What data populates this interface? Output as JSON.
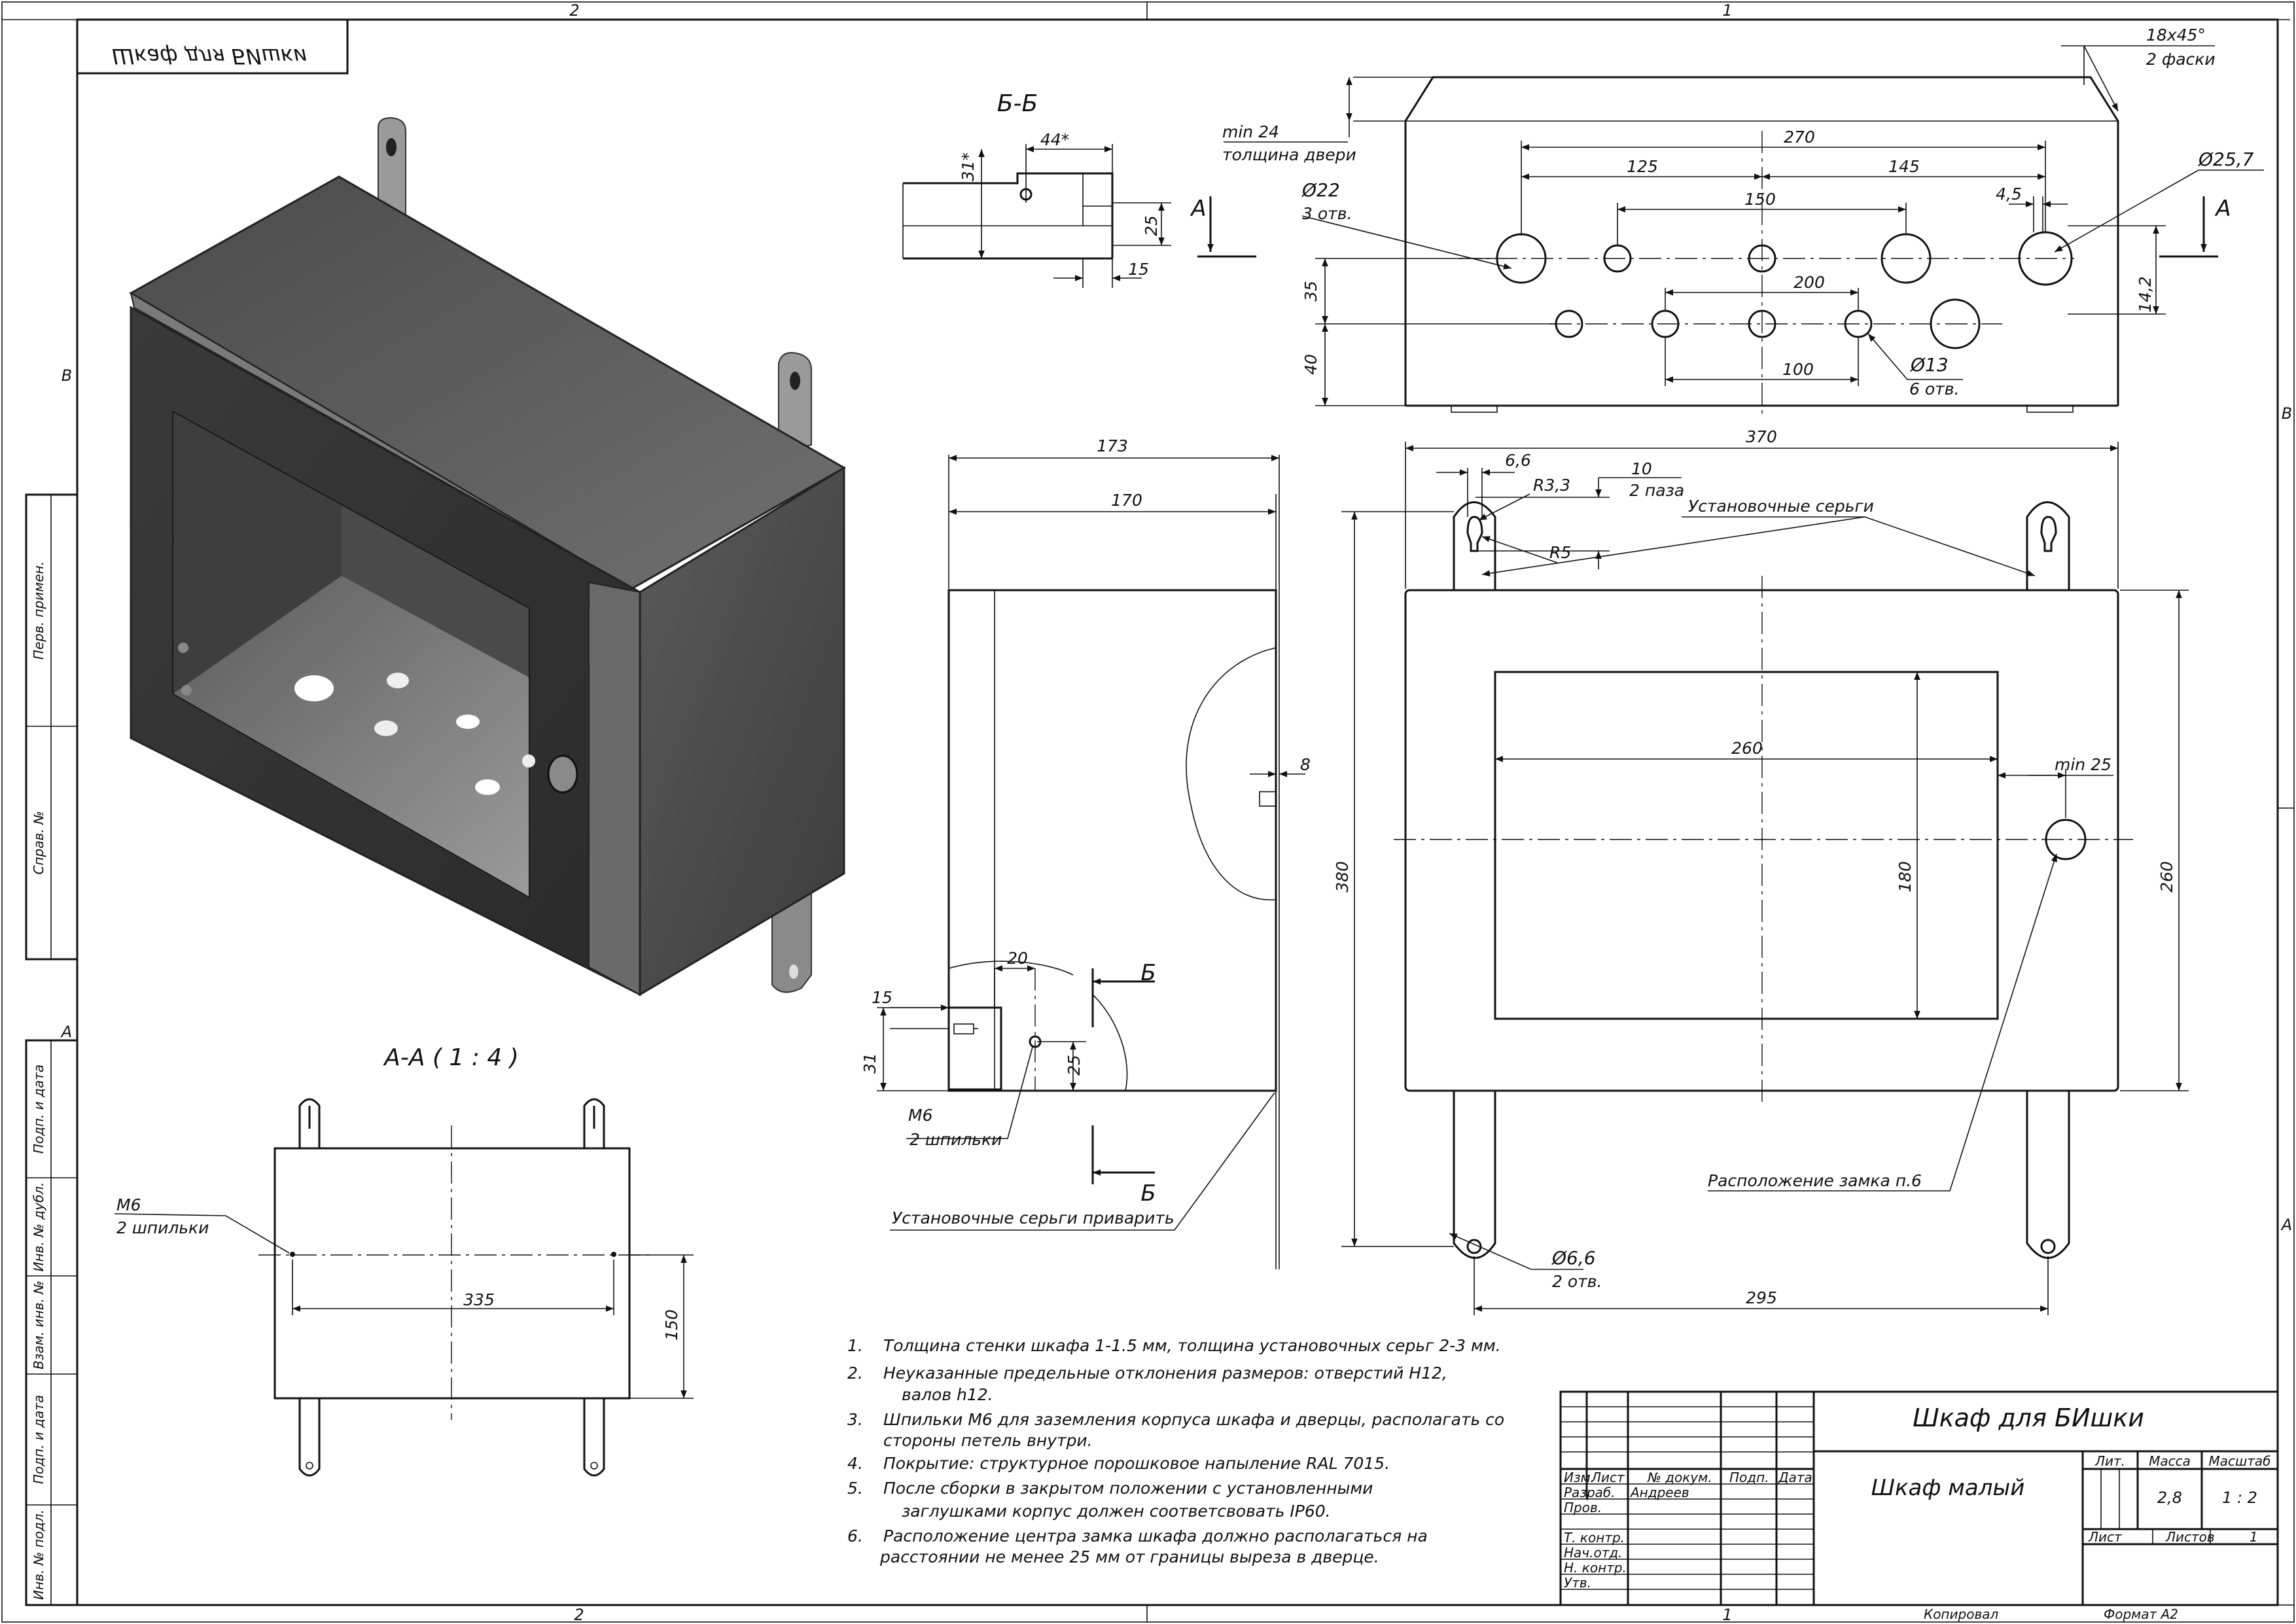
{
  "sheet": {
    "zone_top_left": "2",
    "zone_top_right": "1",
    "zone_bottom_left": "2",
    "zone_bottom_right": "1",
    "zone_right_b": "B",
    "zone_right_a": "A",
    "zone_left_b": "B",
    "zone_left_a": "A",
    "mirrored_title": "Шкаф для БИшки"
  },
  "side_strip": {
    "perv_primen": "Перв. примен.",
    "sprav_no": "Справ. №",
    "podp_data_1": "Подп. и дата",
    "inv_dubl": "Инв. № дубл.",
    "vzam_inv": "Взам. инв. №",
    "podp_data_2": "Подп. и дата",
    "inv_podl": "Инв. № подл."
  },
  "section_aa": {
    "title": "А-А ( 1 : 4 )",
    "m6": "М6",
    "studs": "2 шпильки",
    "d335": "335",
    "d150": "150"
  },
  "section_bb": {
    "title": "Б-Б",
    "d44": "44*",
    "d31": "31*",
    "d25": "25",
    "d15": "15"
  },
  "side_view": {
    "d173": "173",
    "d170": "170",
    "d8": "8",
    "d20": "20",
    "d15": "15",
    "d31": "31",
    "d25": "25",
    "m6": "М6",
    "studs": "2 шпильки",
    "weld_note": "Установочные серьги приварить",
    "cut_b": "Б"
  },
  "top_view": {
    "chamfer": "18x45°",
    "chamfer_count": "2 фаски",
    "min24": "min 24",
    "door_thk": "толщина двери",
    "d270": "270",
    "d125": "125",
    "d145": "145",
    "d150": "150",
    "d4_5": "4,5",
    "phi25_7": "Ø25,7",
    "phi22": "Ø22",
    "holes3": "3 отв.",
    "d35": "35",
    "d40": "40",
    "d200": "200",
    "d100": "100",
    "d14_2": "14,2",
    "phi13": "Ø13",
    "holes6": "6 отв.",
    "cut_a": "А"
  },
  "front_view": {
    "d370": "370",
    "d6_6": "6,6",
    "r3_3": "R3,3",
    "d10": "10",
    "slots": "2 паза",
    "ears": "Установочные серьги",
    "r5": "R5",
    "d260w": "260",
    "min25": "min 25",
    "d180": "180",
    "d380": "380",
    "d260h": "260",
    "lock": "Расположение замка п.6",
    "phi6_6": "Ø6,6",
    "holes2": "2 отв.",
    "d295": "295"
  },
  "notes": [
    {
      "n": "1.",
      "lines": [
        "Толщина стенки шкафа 1-1.5 мм, толщина установочных серьг 2-3 мм."
      ]
    },
    {
      "n": "2.",
      "lines": [
        "Неуказанные предельные отклонения размеров: отверстий Н12,",
        "валов h12."
      ]
    },
    {
      "n": "3.",
      "lines": [
        "Шпильки М6 для заземления корпуса шкафа и дверцы, располагать со",
        "стороны петель внутри."
      ]
    },
    {
      "n": "4.",
      "lines": [
        "Покрытие: структурное порошковое напыление RAL 7015."
      ]
    },
    {
      "n": "5.",
      "lines": [
        "После сборки в закрытом положении с установленными",
        "заглушками корпус должен соответсвовать IP60."
      ]
    },
    {
      "n": "6.",
      "lines": [
        "Расположение центра замка шкафа должно располагаться на",
        "расстоянии не менее  25 мм от границы выреза в дверце."
      ]
    }
  ],
  "title_block": {
    "drawing_title": "Шкаф для БИшки",
    "part_name": "Шкаф малый",
    "izm": "Изм.",
    "list": "Лист",
    "doc_no": "№ докум.",
    "podp": "Подп.",
    "data": "Дата",
    "razrab": "Разраб.",
    "razrab_name": "Андреев",
    "prov": "Пров.",
    "tkontr": "Т. контр.",
    "nachotd": "Нач.отд.",
    "nkontr": "Н. контр.",
    "utv": "Утв.",
    "lit": "Лит.",
    "massa": "Масса",
    "masshtab": "Масштаб",
    "mass_val": "2,8",
    "scale_val": "1 : 2",
    "list_label": "Лист",
    "listov_label": "Листов",
    "listov_val": "1",
    "kopiroval": "Копировал",
    "format": "Формат А2"
  }
}
